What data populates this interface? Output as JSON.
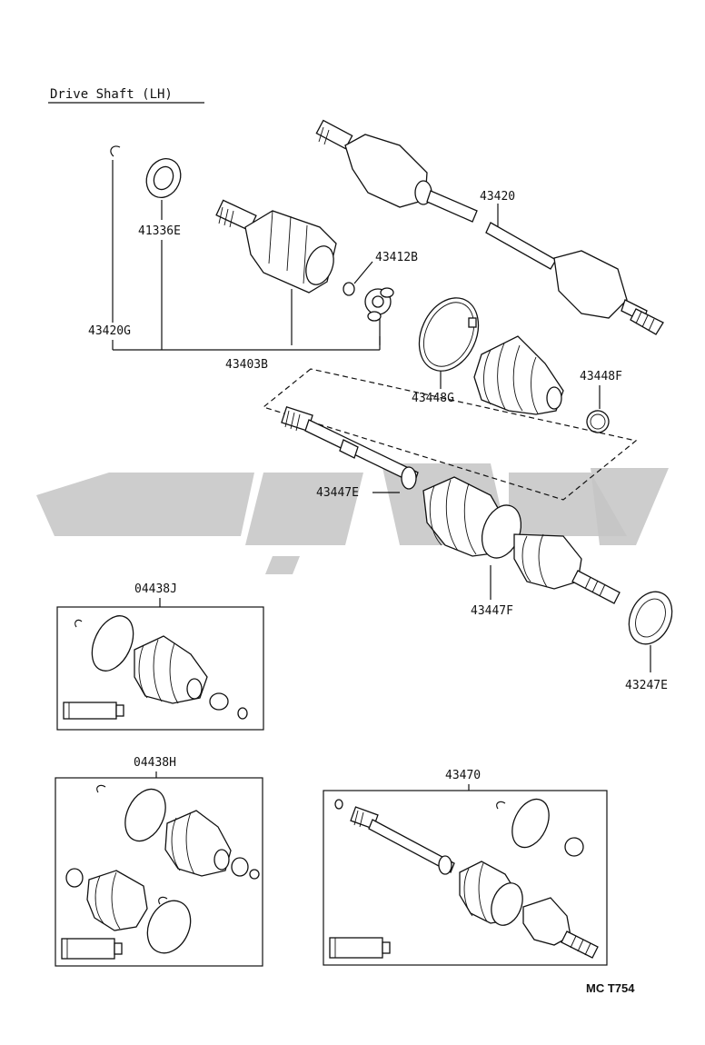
{
  "title": "Drive Shaft (LH)",
  "figure_code": "MC T754",
  "watermark_color": "#c4c4c4",
  "parts": {
    "p41336E": "41336E",
    "p43420G": "43420G",
    "p43403B": "43403B",
    "p43412B": "43412B",
    "p43420": "43420",
    "p43448G": "43448G",
    "p43448F": "43448F",
    "p43447E": "43447E",
    "p43447F": "43447F",
    "p43247E": "43247E",
    "p04438J": "04438J",
    "p04438H": "04438H",
    "p43470": "43470"
  }
}
